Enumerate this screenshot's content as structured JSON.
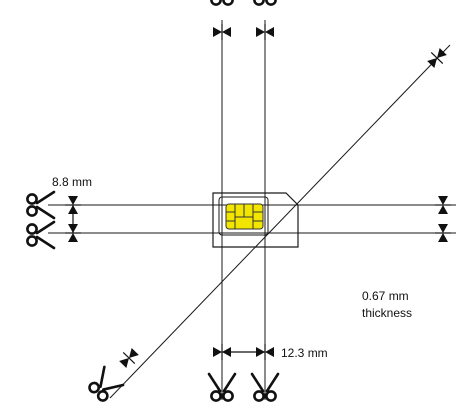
{
  "dimensions": {
    "sim_height_label": "8.8 mm",
    "sim_width_label": "12.3 mm",
    "thickness_value": "0.67 mm",
    "thickness_word": "thickness"
  },
  "colors": {
    "line": "#1a1a1a",
    "chip_fill": "#f2e600",
    "chip_stroke": "#333333",
    "background": "#ffffff"
  },
  "icons": {
    "cut_marker": "scissors-icon",
    "measure_marker": "dimension-arrow-icon"
  }
}
